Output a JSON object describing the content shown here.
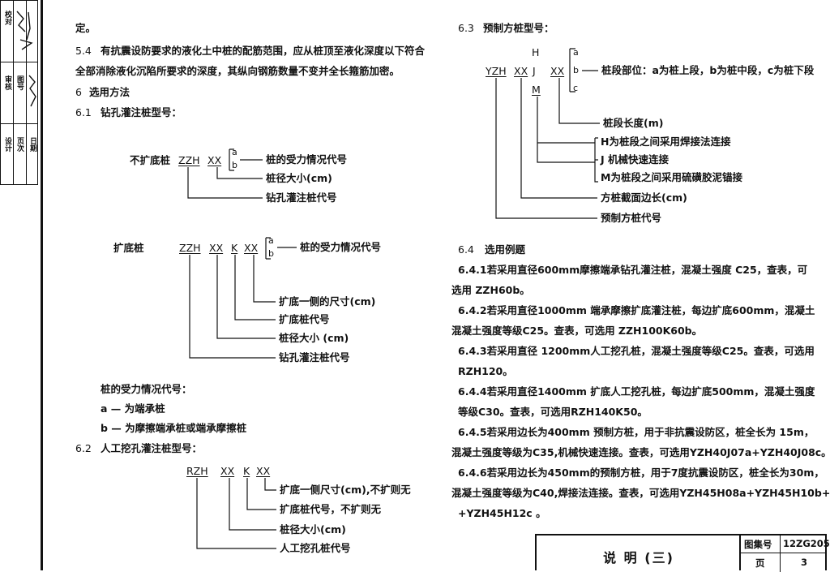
{
  "stamp": {
    "labels": [
      "校对",
      "审核",
      "设计",
      "页次",
      "图号",
      "日期"
    ]
  },
  "left": {
    "line_fragment": "定。",
    "p54_num": "5.4",
    "p54_line1": "有抗震设防要求的液化土中桩的配筋范围，应从桩顶至液化深度以下符合",
    "p54_line2": "全部消除液化沉陷所要求的深度，其纵向钢筋数量不变并全长箍筋加密。",
    "h6_num": "6",
    "h6_title": "选用方法",
    "h61_num": "6.1",
    "h61_title": "钻孔灌注桩型号：",
    "d1": {
      "label": "不扩底桩",
      "code": "ZZH",
      "xx": "XX",
      "a": "a",
      "b": "b",
      "c1": "桩的受力情况代号",
      "c2": "桩径大小(cm)",
      "c3": "钻孔灌注桩代号"
    },
    "d2": {
      "label": "扩底桩",
      "code": "ZZH",
      "xx": "XX",
      "k": "K",
      "xx2": "XX",
      "a": "a",
      "b": "b",
      "c1": "桩的受力情况代号",
      "c2": "扩底一侧的尺寸(cm)",
      "c3": "扩底桩代号",
      "c4": "桩径大小 (cm)",
      "c5": "钻孔灌注桩代号"
    },
    "force_title": "桩的受力情况代号：",
    "force_a": "a — 为端承桩",
    "force_b": "b — 为摩擦端承桩或端承摩擦桩",
    "h62_num": "6.2",
    "h62_title": "人工挖孔灌注桩型号：",
    "d3": {
      "code": "RZH",
      "xx": "XX",
      "k": "K",
      "xx2": "XX",
      "c1": "扩底一侧尺寸(cm),不扩则无",
      "c2": "扩底桩代号，不扩则无",
      "c3": "桩径大小(cm)",
      "c4": "人工挖孔桩代号"
    }
  },
  "right": {
    "h63_num": "6.3",
    "h63_title": "预制方桩型号：",
    "d4": {
      "code": "YZH",
      "xx": "XX",
      "h": "H",
      "j": "J",
      "m": "M",
      "xx2": "XX",
      "a": "a",
      "b": "b",
      "c": "c",
      "c1": "桩段部位：a为桩上段，b为桩中段，c为桩下段",
      "c2": "桩段长度(m)",
      "c3": "H为桩段之间采用焊接法连接",
      "c4": "J 机械快速连接",
      "c5": "M为桩段之间采用硫磺胶泥锚接",
      "c6": "方桩截面边长(cm)",
      "c7": "预制方桩代号"
    },
    "h64_num": "6.4",
    "h64_title": "选用例题",
    "ex": [
      "6.4.1若采用直径600mm摩擦端承钻孔灌注桩，混凝土强度 C25，查表，可",
      "选用 ZZH60b。",
      "6.4.2若采用直径1000mm 端承摩擦扩底灌注桩，每边扩底600mm，混凝土",
      "混凝土强度等级C25。查表，可选用 ZZH100K60b。",
      "6.4.3若采用直径 1200mm人工挖孔桩，混凝土强度等级C25。查表，可选用",
      "RZH120。",
      "6.4.4若采用直径1400mm 扩底人工挖孔桩，每边扩底500mm，混凝土强度",
      "等级C30。查表，可选用RZH140K50。",
      "6.4.5若采用边长为400mm 预制方桩，用于非抗震设防区，桩全长为 15m，",
      "混凝土强度等级为C35,机械快速连接。查表，可选用YZH40J07a+YZH40J08c。",
      "6.4.6若采用边长为450mm的预制方桩，用于7度抗震设防区，桩全长为30m，",
      "混凝土强度等级为C40,焊接法连接。查表，可选用YZH45H08a+YZH45H10b+",
      "+YZH45H12c 。"
    ]
  },
  "title_block": {
    "title": "说 明 (三)",
    "atlas_label": "图集号",
    "atlas_value": "12ZG205",
    "page_label": "页",
    "page_value": "3"
  }
}
